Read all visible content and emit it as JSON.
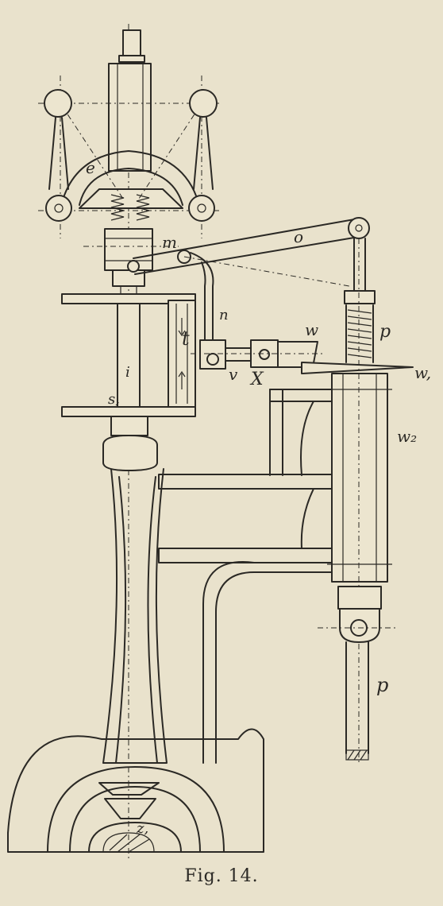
{
  "caption": "Fig. 14.",
  "labels": {
    "e": "e",
    "m": "m",
    "o": "o",
    "n": "n",
    "t": "t",
    "i": "i",
    "s": "s,",
    "v": "v",
    "x": "X",
    "w": "w",
    "p_upper": "p",
    "w1": "w,",
    "w2": "w₂",
    "p_lower": "p",
    "z": "z,"
  }
}
